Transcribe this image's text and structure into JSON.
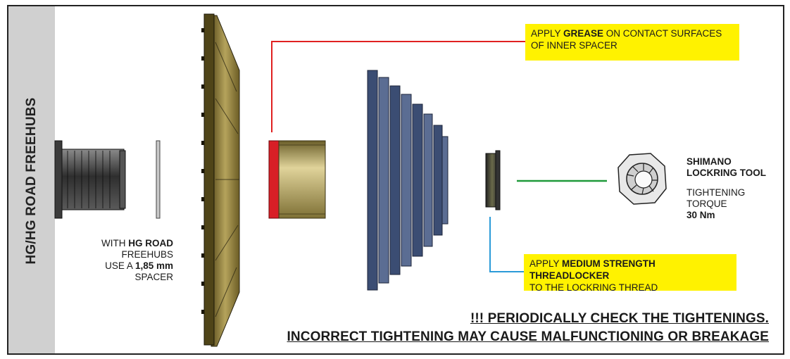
{
  "side_title": "HG/HG ROAD FREEHUBS",
  "notes": {
    "grease": {
      "prefix": "APPLY ",
      "bold": "GREASE",
      "suffix": " ON CONTACT SURFACES",
      "line2": "OF INNER SPACER"
    },
    "threadlocker": {
      "prefix": "APPLY ",
      "bold": "MEDIUM STRENGTH THREADLOCKER",
      "line2": "TO THE LOCKRING THREAD"
    }
  },
  "spacer_note": {
    "l1_prefix": "WITH ",
    "l1_bold": "HG ROAD",
    "l2": "FREEHUBS",
    "l3_prefix": "USE A ",
    "l3_bold": "1,85 mm",
    "l4": "SPACER"
  },
  "tool": {
    "name_line1": "SHIMANO",
    "name_line2": "LOCKRING TOOL",
    "torque_line1": "TIGHTENING",
    "torque_line2": "TORQUE",
    "torque_value": "30 Nm"
  },
  "warnings": {
    "line1": "!!! PERIODICALLY CHECK THE TIGHTENINGS.",
    "line2": "INCORRECT TIGHTENING MAY CAUSE MALFUNCTIONING OR BREAKAGE"
  },
  "colors": {
    "note_bg": "#fff200",
    "grease_leader": "#e02020",
    "threadlocker_leader": "#2b9ad8",
    "tool_leader": "#1f9a3a",
    "inner_spacer_band": "#d81f26",
    "sprocket_gold": "#7a6a2c",
    "cassette_blue": "#3b4d73"
  }
}
